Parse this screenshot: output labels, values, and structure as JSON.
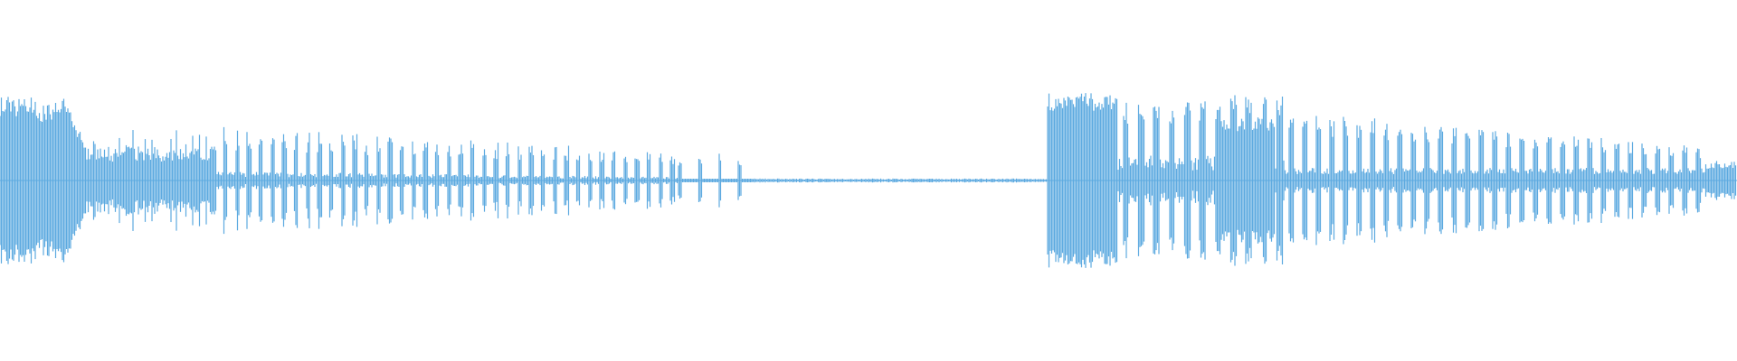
{
  "waveform": {
    "color": "#5DAAE0",
    "background": "#FFFFFF",
    "description_label": "",
    "segments": [
      {
        "kind": "loud-start",
        "amplitude": 0.85
      },
      {
        "kind": "dense-pulses",
        "amplitude": 0.42
      },
      {
        "kind": "fading-pulses",
        "amplitude": 0.18
      },
      {
        "kind": "silence",
        "amplitude": 0.01
      },
      {
        "kind": "loud-pulses",
        "amplitude": 0.8
      },
      {
        "kind": "tapering-pulses",
        "amplitude": 0.3
      }
    ]
  }
}
